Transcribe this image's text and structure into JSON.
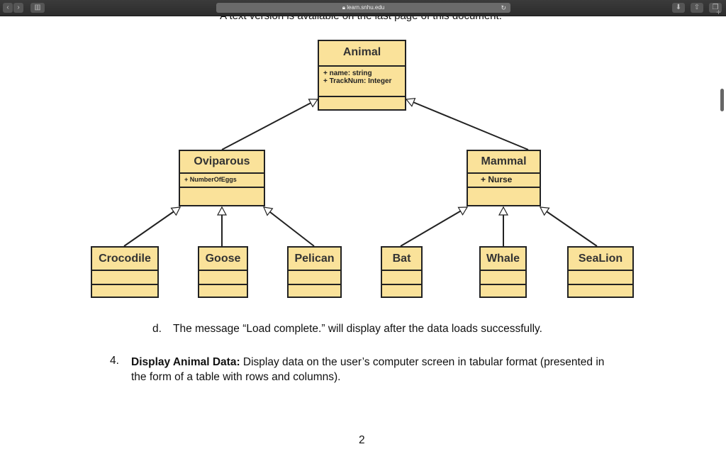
{
  "browser": {
    "url": "learn.snhu.edu",
    "nav_back": "‹",
    "nav_forward": "›",
    "reload_icon": "↻",
    "new_tab": "+"
  },
  "document": {
    "cut_text": "A text version is available on the last page of this document.",
    "diagram": {
      "animal": {
        "name": "Animal",
        "attributes": [
          "+ name: string",
          "+ TrackNum: Integer"
        ]
      },
      "oviparous": {
        "name": "Oviparous",
        "attributes": [
          "+ NumberOfEggs"
        ]
      },
      "mammal": {
        "name": "Mammal",
        "attributes": [
          "+ Nurse"
        ]
      },
      "leaves": [
        "Crocodile",
        "Goose",
        "Pelican",
        "Bat",
        "Whale",
        "SeaLion"
      ],
      "fill_color": "#fae29a"
    },
    "item_d": {
      "marker": "d.",
      "text": "The message “Load complete.” will display after the data loads successfully."
    },
    "item_4": {
      "marker": "4.",
      "bold": "Display Animal Data:",
      "line1": " Display data on the user’s computer screen in tabular format (presented in",
      "line2": "the form of a table with rows and columns)."
    },
    "page_number": "2"
  }
}
